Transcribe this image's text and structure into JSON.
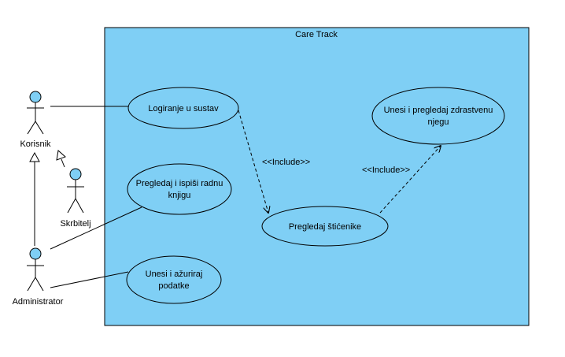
{
  "system": {
    "title": "Care Track"
  },
  "actors": {
    "korisnik": "Korisnik",
    "skrbitelj": "Skrbitelj",
    "administrator": "Administrator"
  },
  "use_cases": {
    "logiranje": [
      "Logiranje u sustav"
    ],
    "pregledaj_radnu": [
      "Pregledaj i ispiši radnu",
      "knjigu"
    ],
    "unesi_azuriraj": [
      "Unesi i ažuriraj",
      "podatke"
    ],
    "pregledaj_sticenike": [
      "Pregledaj štićenike"
    ],
    "unesi_zdravstvenu": [
      "Unesi i pregledaj zdrastvenu",
      "njegu"
    ]
  },
  "relations": {
    "include_1": "<<Include>>",
    "include_2": "<<Include>>"
  },
  "colors": {
    "system_fill": "#7fcff5",
    "actor_head": "#7fcff5",
    "line": "#000000"
  }
}
